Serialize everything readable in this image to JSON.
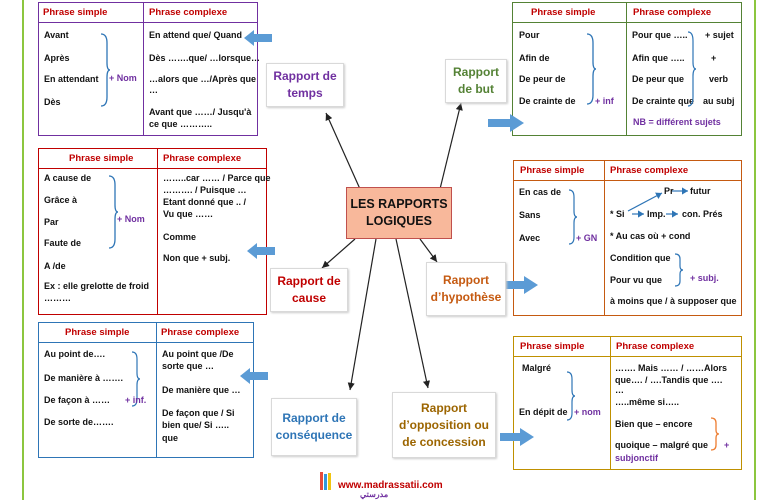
{
  "center_title": "LES RAPPORTS\nLOGIQUES",
  "labels": {
    "temps": "Rapport de\ntemps",
    "but": "Rapport\nde but",
    "cause": "Rapport de\ncause",
    "hypothese": "Rapport\nd’hypothèse",
    "consequence": "Rapport de\nconséquence",
    "opposition": "Rapport\nd’opposition ou\nde concession"
  },
  "headers": {
    "simple": "Phrase simple",
    "complexe": "Phrase complexe"
  },
  "temps": {
    "simple": [
      "Avant",
      "Après",
      "En attendant",
      "Dès"
    ],
    "simple_suffix": "+ Nom",
    "complexe": [
      "En attend  que/ Quand",
      "Dès …….que/ …lorsque…",
      "…alors que …/Après que",
      "…",
      "Avant que ……/ Jusqu'à",
      "ce que ……….."
    ]
  },
  "but": {
    "simple": [
      "Pour",
      "Afin de",
      "De peur de",
      "De crainte de"
    ],
    "simple_suffix": "+ inf",
    "complexe": [
      "Pour  que …..",
      "Afin que …..",
      "De peur que",
      "De crainte que"
    ],
    "complexe_right": [
      "+ sujet",
      "+",
      "verb",
      "au subj"
    ],
    "note": "NB = différent sujets"
  },
  "cause": {
    "simple": [
      "A cause de",
      "Grâce à",
      "Par",
      "Faute de",
      "A /de",
      "Ex : elle grelotte de froid",
      "………"
    ],
    "simple_suffix": "+  Nom",
    "complexe": [
      "……..car …… / Parce que",
      "………. / Puisque …",
      "Etant donné que .. /",
      "Vu que ……",
      "Comme",
      "Non que   + subj."
    ]
  },
  "hypothese": {
    "simple": [
      "En cas de",
      "Sans",
      "Avec"
    ],
    "simple_suffix": "+ GN",
    "pr": "Pr",
    "futur": "futur",
    "si": "*  Si",
    "imp": "Imp.",
    "conpres": "con. Prés",
    "aucas": "* Au cas où + cond",
    "condition": "Condition que",
    "pourvu": "Pour vu que",
    "subj": "+  subj.",
    "amoins": "à moins que / à supposer que"
  },
  "consequence": {
    "simple": [
      "Au point de….",
      "De manière à …….",
      "De façon à ……",
      "De sorte de……."
    ],
    "simple_suffix": "+ inf.",
    "complexe": [
      "Au point que /De",
      "sorte que …",
      "De manière que …",
      "De façon que / Si",
      "bien que/ Si …..",
      "que"
    ]
  },
  "opposition": {
    "simple": [
      "Malgré",
      "En dépit de"
    ],
    "simple_suffix": "+ nom",
    "complexe": [
      "……. Mais …… / ……Alors",
      "que…. / ….Tandis que ….",
      "…",
      "…..même si…..",
      "Bien que – encore",
      "quoique – malgré  que"
    ],
    "plus": "+",
    "subjonctif": "subjonctif"
  },
  "watermark": {
    "url": "www.madrassatii.com",
    "small": "مدرستي"
  },
  "colors": {
    "purple": "#7030a0",
    "green": "#548235",
    "red": "#c00000",
    "orange": "#c55a11",
    "blue": "#2e75b6",
    "olive": "#9c6500",
    "arrow": "#5b9bd5",
    "center_fill": "#f8b89b"
  }
}
